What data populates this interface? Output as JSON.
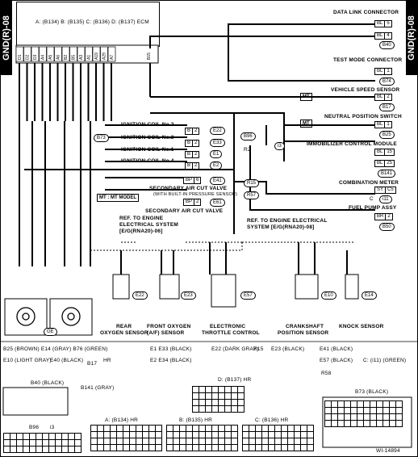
{
  "page": {
    "side_tab_left": "GND(R)-08",
    "side_tab_right": "GND(R)-08",
    "figure_code": "WI-14894"
  },
  "ecm": {
    "legend": "A: (B134)  B: (B135)  C: (B136)  D: (B137)  ECM",
    "pins_left": [
      "D1",
      "D2",
      "D3",
      "A4",
      "A5",
      "A6",
      "B2",
      "B5",
      "A3",
      "A1",
      "A19",
      "A29",
      "A7"
    ],
    "pin_right": "B15"
  },
  "components": {
    "data_link": "DATA LINK CONNECTOR",
    "test_mode": "TEST MODE CONNECTOR",
    "vehicle_speed": "VEHICLE SPEED SENSOR",
    "neutral_switch": "NEUTRAL POSITION SWITCH",
    "immobilizer": "IMMOBILIZER CONTROL MODULE",
    "combo_meter": "COMBINATION METER",
    "fuel_pump": "FUEL PUMP ASSY",
    "ign2": "IGNITION COIL No.2",
    "ign3": "IGNITION COIL No.3",
    "ign1": "IGNITION COIL No.1",
    "ign4": "IGNITION COIL No.4",
    "sec_air_valve": "SECONDARY AIR CUT VALVE",
    "sec_air_valve_sub": "(WITH BUILT-IN PRESSURE SENSOR)",
    "sec_air_valve2": "SECONDARY AIR CUT VALVE",
    "mt_model": "MT MODEL",
    "mt_tag": "MT",
    "ref1_l1": "REF. TO ENGINE",
    "ref1_l2": "ELECTRICAL SYSTEM",
    "ref1_l3": "[E/G(RNA20)-06]",
    "ref2_l1": "REF. TO ENGINE ELECTRICAL",
    "ref2_l2": "SYSTEM [E/G(RNA20)-08]",
    "ge": "GE",
    "rear_o2_l1": "REAR",
    "rear_o2_l2": "OXYGEN SENSOR",
    "front_o2_l1": "FRONT OXYGEN",
    "front_o2_l2": "(A/F) SENSOR",
    "etc_l1": "ELECTRONIC",
    "etc_l2": "THROTTLE CONTROL",
    "crank_l1": "CRANKSHAFT",
    "crank_l2": "POSITION SENSOR",
    "knock": "KNOCK SENSOR"
  },
  "connectors": {
    "b40": "B40",
    "b74": "B74",
    "b17": "B17",
    "b25": "B25",
    "b141": "B141",
    "i11": "i11",
    "b50": "B50",
    "b73": "B73",
    "b96": "B96",
    "i3": "i3",
    "r2": "R2",
    "r15": "R15",
    "r57": "R57",
    "r58": "R58",
    "e22": "E22",
    "e33": "E33",
    "e1": "E1",
    "e2": "E2",
    "e41": "E41",
    "e61": "E61",
    "e22b": "E22",
    "e23": "E23",
    "e57": "E57",
    "e10": "E10",
    "e14": "E14",
    "c": "C",
    "e22c": "E22",
    "e34": "E34",
    "e23b": "E23"
  },
  "wires": {
    "dl1": [
      "BL",
      "5"
    ],
    "dl2": [
      "BL",
      "4"
    ],
    "tm": [
      "BL",
      "1"
    ],
    "vs": [
      "BL",
      "2"
    ],
    "np": [
      "BL",
      "1"
    ],
    "im1": [
      "BL",
      "15"
    ],
    "im2": [
      "BL",
      "25"
    ],
    "cm": [
      "SY",
      "C5"
    ],
    "fp": [
      "BR",
      "2"
    ],
    "ic2": [
      "B",
      "2"
    ],
    "ic3": [
      "B",
      "2"
    ],
    "ic1": [
      "B",
      "2"
    ],
    "ic4": [
      "B",
      "2"
    ],
    "sa1": [
      "BP",
      "6"
    ],
    "sa2": [
      "BP",
      "2"
    ]
  },
  "legend_bottom": {
    "colors": "B25 (BROWN)  E14 (GRAY)  B76 (GREEN)",
    "light_gray": "E10 (LIGHT GRAY)",
    "e40": "E40 (BLACK)",
    "b17": "B17",
    "hr": "HR",
    "b40black": "B40 (BLACK)",
    "b141gray": "B141 (GRAY)",
    "b96": "B96",
    "i3": "i3",
    "e1black": "E1   E33 (BLACK)",
    "e2black": "E2   E34 (BLACK)",
    "e22dark": "E22 (DARK GRAY)",
    "r15": "R15",
    "e23black": "E23 (BLACK)",
    "e41black": "E41 (BLACK)",
    "e57black": "E57 (BLACK)",
    "i11green": "C: (i11) (GREEN)",
    "r58": "R58",
    "b73black": "B73 (BLACK)",
    "d_b137": "D: (B137) HR",
    "a_b134": "A: (B134) HR",
    "b_b135": "B: (B135) HR",
    "c_b136": "C: (B136) HR"
  }
}
